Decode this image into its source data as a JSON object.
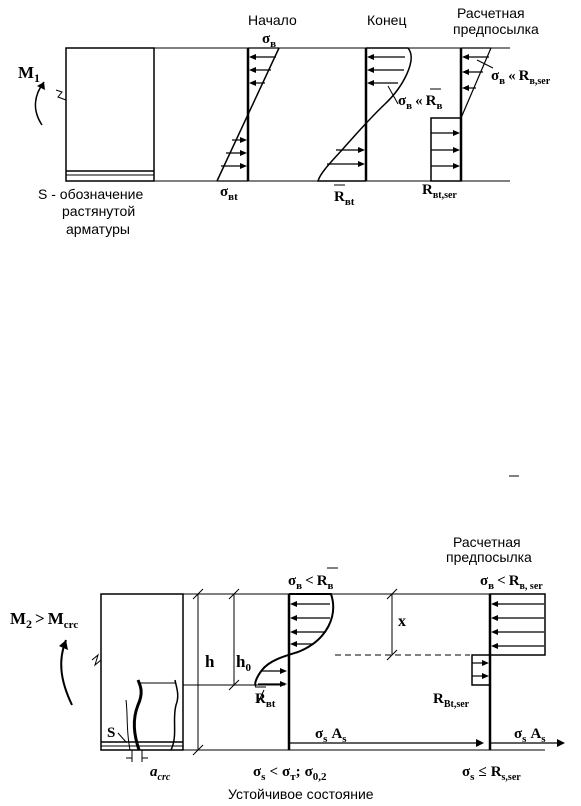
{
  "top": {
    "headers": {
      "start": "Начало",
      "end": "Конец",
      "design1": "Расчетная",
      "design2": "предпосылка"
    },
    "moment": "M",
    "moment_sub": "1",
    "sigma_b": "σ",
    "sigma_b_sub": "в",
    "sigma_b_mid": "σ",
    "sigma_b_mid_sub": "в",
    "much_less": "«",
    "r_b_bar": "R",
    "r_b_bar_sub": "в",
    "sigma_b_right": "σ",
    "sigma_b_right_sub": "в",
    "much_less2": "«",
    "r_b_ser": "R",
    "r_b_ser_sub": "в,ser",
    "sigma_bt": "σ",
    "sigma_bt_sub": "вt",
    "r_bt_bar": "R",
    "r_bt_bar_sub": "вt",
    "r_bt_ser": "R",
    "r_bt_ser_sub": "вt,ser",
    "s_note1": "S - обозначение",
    "s_note2": "растянутой",
    "s_note3": "арматуры"
  },
  "bottom": {
    "design1": "Расчетная",
    "design2": "предпосылка",
    "moment": "M",
    "moment_sub": "2",
    "gt": ">",
    "mcrc": "M",
    "mcrc_sub": "crc",
    "sigma_b_lt": "σ",
    "sigma_b_lt_sub": "в",
    "lt1": "<",
    "r_b_bar": "R",
    "r_b_bar_sub": "в",
    "sigma_b_lt2": "σ",
    "sigma_b_lt2_sub": "в",
    "lt2": "<",
    "r_b_ser": "R",
    "r_b_ser_sub": "в, ser",
    "h": "h",
    "h0": "h",
    "h0_sub": "0",
    "x": "x",
    "r_bt_bar": "R",
    "r_bt_bar_sub": "вt",
    "r_bt_ser": "R",
    "r_bt_ser_sub": "Bt,ser",
    "s_label": "S",
    "sigma_s_as_mid": "σ",
    "sigma_s_as_mid_s": "s",
    "as_mid": "A",
    "as_mid_s": "s",
    "sigma_s_as_right": "σ",
    "sigma_s_as_right_s": "s",
    "as_right": "A",
    "as_right_s": "s",
    "a_crc": "a",
    "a_crc_sub": "crc",
    "cond1": "σ",
    "cond1_sub": "s",
    "cond1_lt": "<",
    "cond1_st": "σ",
    "cond1_st_sub": "т",
    "cond1_sep": ";",
    "cond1_s02": "σ",
    "cond1_s02_sub": "0,2",
    "cond2": "σ",
    "cond2_sub": "s",
    "cond2_le": "≤",
    "cond2_r": "R",
    "cond2_r_sub": "s,ser",
    "stable": "Устойчивое состояние"
  }
}
